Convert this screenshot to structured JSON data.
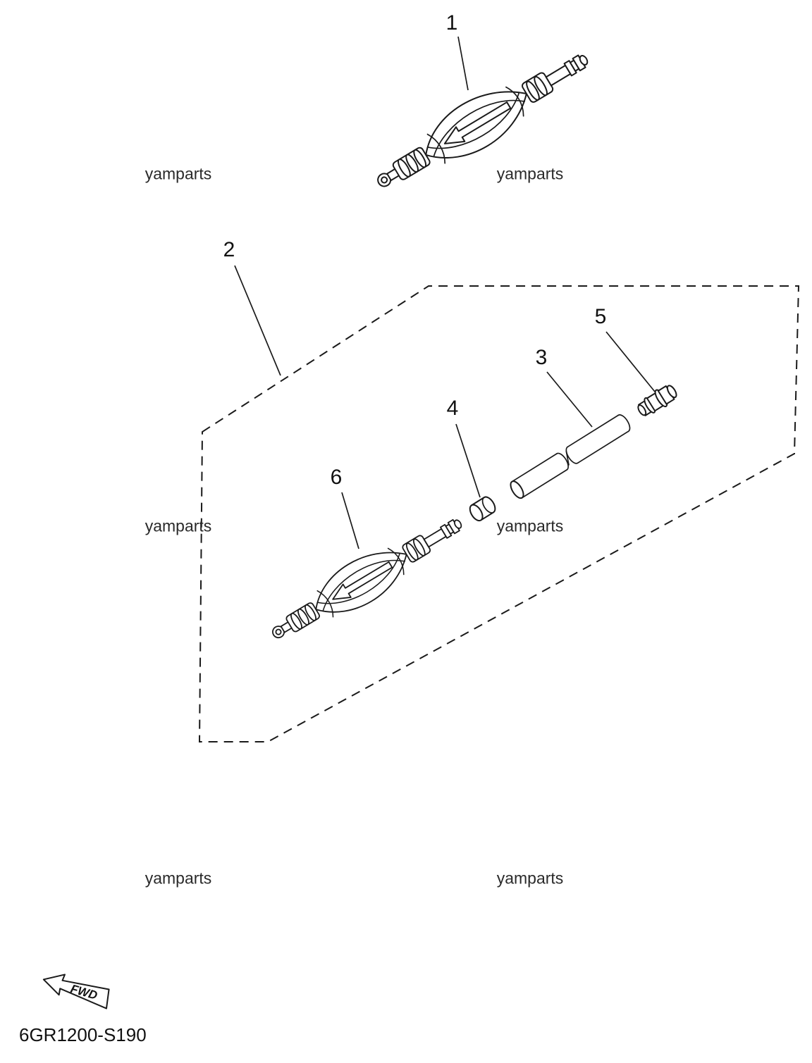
{
  "diagram": {
    "part_code": "6GR1200-S190",
    "fwd_label": "FWD",
    "watermark_text": "yamparts",
    "callouts": [
      {
        "label": "1"
      },
      {
        "label": "2"
      },
      {
        "label": "3"
      },
      {
        "label": "4"
      },
      {
        "label": "5"
      },
      {
        "label": "6"
      }
    ]
  }
}
